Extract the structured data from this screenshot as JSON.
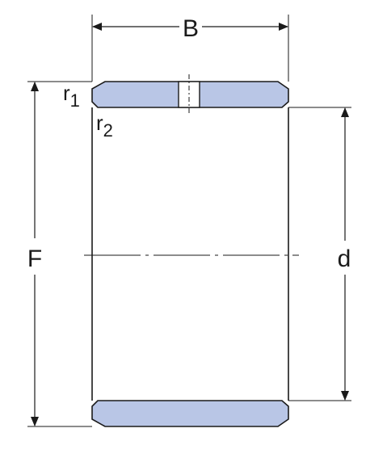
{
  "labels": {
    "B": "B",
    "F": "F",
    "d": "d",
    "r1_main": "r",
    "r1_sub": "1",
    "r2_main": "r",
    "r2_sub": "2"
  },
  "colors": {
    "ring_fill": "#b9c6e6",
    "ring_stroke": "#1a1a1a",
    "line": "#1a1a1a"
  },
  "icons": {
    "lubrication_hole": "slot-icon"
  }
}
